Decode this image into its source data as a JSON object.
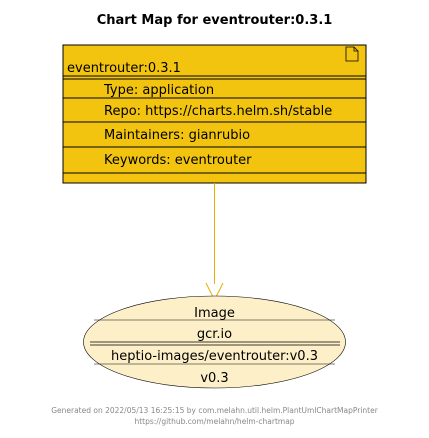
{
  "title": "Chart Map for eventrouter:0.3.1",
  "chart_node": {
    "name": "eventrouter:0.3.1",
    "rows": [
      "Type: application",
      "Repo: https://charts.helm.sh/stable",
      "Maintainers: gianrubio",
      "Keywords: eventrouter"
    ],
    "icon": "document-icon"
  },
  "image_node": {
    "header": "Image",
    "registry": "gcr.io",
    "repository": "heptio-images/eventrouter:v0.3",
    "tag": "v0.3"
  },
  "footer": {
    "line1": "Generated on 2022/05/13 16:25:15 by com.melahn.util.helm.PlantUmlChartMapPrinter",
    "line2": "https://github.com/melahn/helm-chartmap"
  },
  "colors": {
    "chart_fill": "#f2c40f",
    "image_fill": "#fdf0c8",
    "border": "#000000",
    "arrow": "#e8b000",
    "footer_text": "#888888"
  }
}
